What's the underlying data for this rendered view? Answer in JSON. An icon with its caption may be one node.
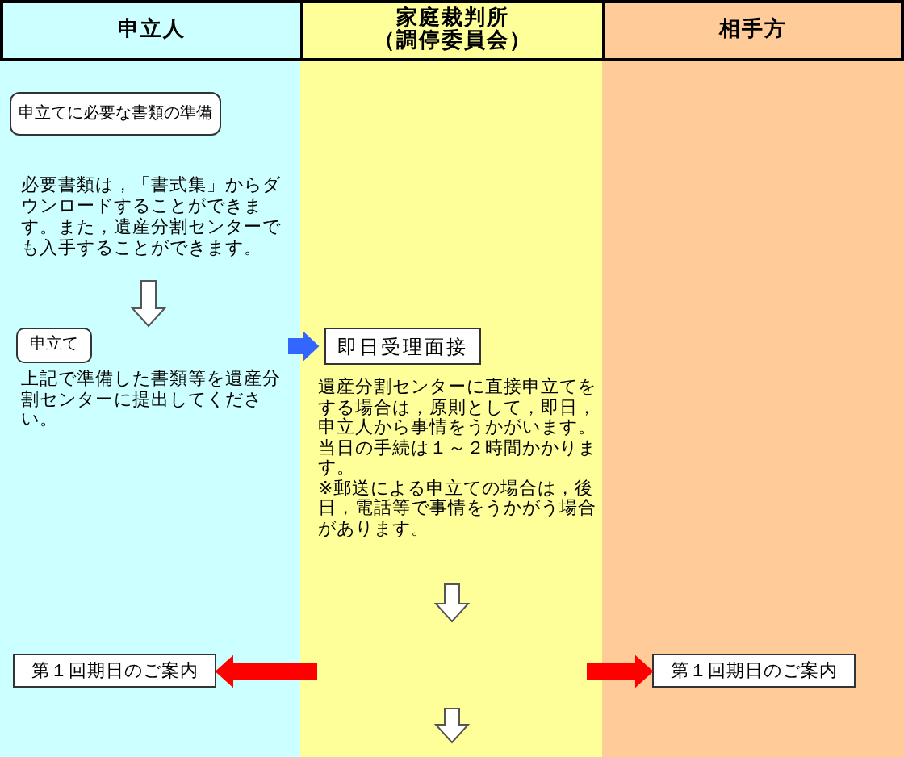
{
  "diagram": {
    "nodes": [
      {
        "text": [
          "申立人"
        ]
      },
      {
        "text": [
          "家庭裁判所",
          "（調停委員会）"
        ]
      },
      {
        "text": [
          "相手方"
        ]
      },
      {
        "text": [
          "申立てに必要な書類の準備"
        ],
        "in": 0,
        "beside": [
          "必要書類は，「書式集」からダウンロードすることができます。また，遺産分割センターでも入手することができます。"
        ]
      },
      {
        "text": [
          "申立て"
        ],
        "in": 0,
        "beside": [
          "上記で準備した書類等を遺産分割センターに提出してください。"
        ]
      },
      {
        "text": [
          "即日受理面接"
        ],
        "in": 1,
        "beside": [
          "遺産分割センターに直接申立てをする場合は，原則として，即日，申立人から事情をうかがいます。当日の手続は１～２時間かかります。",
          "※郵送による申立ての場合は，後日，電話等で事情をうかがう場合があります。"
        ]
      },
      {
        "text": [
          "第１回期日のご案内"
        ],
        "in": 0
      },
      {
        "text": [
          "第１回期日のご案内"
        ],
        "in": 2
      }
    ],
    "edges": [
      {
        "from": 3,
        "to": 4,
        "arrow": "to"
      },
      {
        "from": 4,
        "to": 5,
        "arrow": "to",
        "color": "#3366ff"
      },
      {
        "from": 5,
        "to": null,
        "arrow": "to"
      },
      {
        "from": null,
        "to": 6,
        "arrow": "to",
        "color": "#ff0000"
      },
      {
        "from": null,
        "to": 7,
        "arrow": "to",
        "color": "#ff0000"
      }
    ]
  }
}
